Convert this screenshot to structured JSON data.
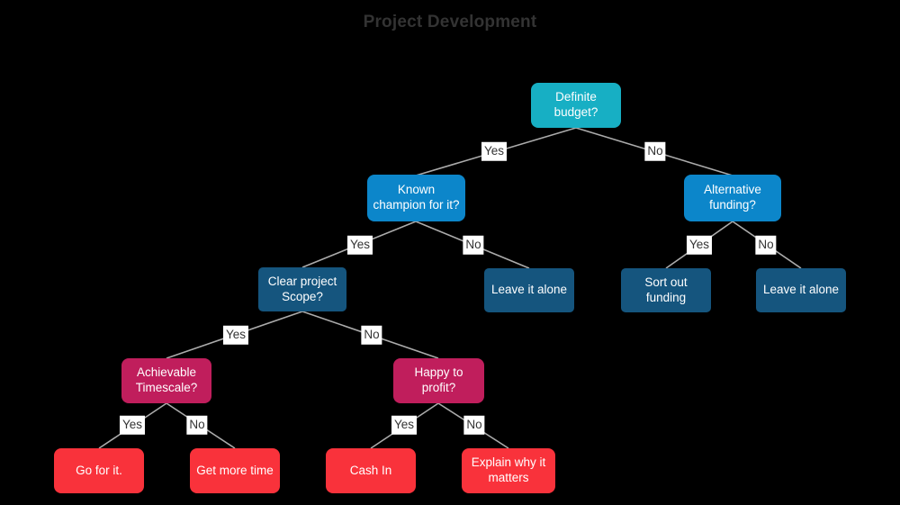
{
  "title": "Project Development",
  "palette": {
    "background": "#000000",
    "title_text": "#333333",
    "teal_node": "#17afc4",
    "blue_node": "#0c86ca",
    "dark_blue_node": "#15557e",
    "crimson_node": "#c01e5c",
    "red_node": "#f9323b",
    "node_text": "#ffffff",
    "edge_line": "#ababab",
    "edge_label_bg": "#ffffff",
    "edge_label_text": "#333333"
  },
  "nodes": [
    {
      "id": "definite-budget",
      "label": "Definite\nbudget?"
    },
    {
      "id": "known-champion",
      "label": "Known\nchampion for it?"
    },
    {
      "id": "alternative-funding",
      "label": "Alternative\nfunding?"
    },
    {
      "id": "clear-scope",
      "label": "Clear project\nScope?"
    },
    {
      "id": "leave-it-alone-1",
      "label": "Leave it alone"
    },
    {
      "id": "sort-out-funding",
      "label": "Sort out\nfunding"
    },
    {
      "id": "leave-it-alone-2",
      "label": "Leave it alone"
    },
    {
      "id": "achievable-timescale",
      "label": "Achievable\nTimescale?"
    },
    {
      "id": "happy-to-profit",
      "label": "Happy to\nprofit?"
    },
    {
      "id": "go-for-it",
      "label": "Go for it."
    },
    {
      "id": "get-more-time",
      "label": "Get more time"
    },
    {
      "id": "cash-in",
      "label": "Cash In"
    },
    {
      "id": "explain-why",
      "label": "Explain why it\nmatters"
    }
  ],
  "edges": [
    {
      "from": "definite-budget",
      "to": "known-champion",
      "label": "Yes"
    },
    {
      "from": "definite-budget",
      "to": "alternative-funding",
      "label": "No"
    },
    {
      "from": "known-champion",
      "to": "clear-scope",
      "label": "Yes"
    },
    {
      "from": "known-champion",
      "to": "leave-it-alone-1",
      "label": "No"
    },
    {
      "from": "alternative-funding",
      "to": "sort-out-funding",
      "label": "Yes"
    },
    {
      "from": "alternative-funding",
      "to": "leave-it-alone-2",
      "label": "No"
    },
    {
      "from": "clear-scope",
      "to": "achievable-timescale",
      "label": "Yes"
    },
    {
      "from": "clear-scope",
      "to": "happy-to-profit",
      "label": "No"
    },
    {
      "from": "achievable-timescale",
      "to": "go-for-it",
      "label": "Yes"
    },
    {
      "from": "achievable-timescale",
      "to": "get-more-time",
      "label": "No"
    },
    {
      "from": "happy-to-profit",
      "to": "cash-in",
      "label": "Yes"
    },
    {
      "from": "happy-to-profit",
      "to": "explain-why",
      "label": "No"
    }
  ]
}
